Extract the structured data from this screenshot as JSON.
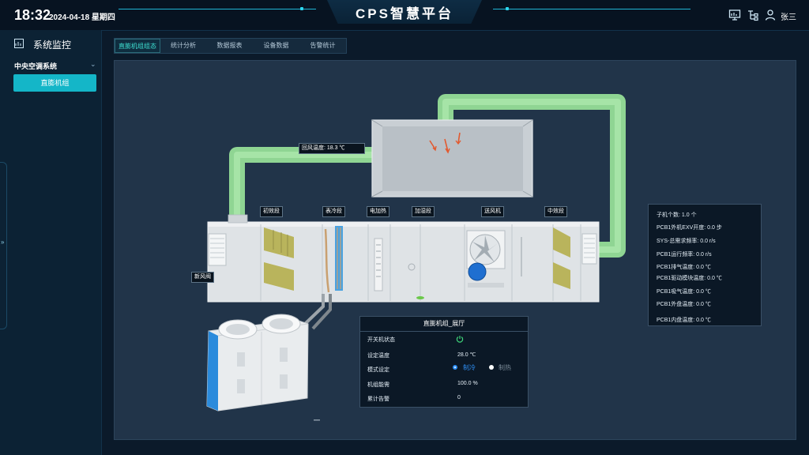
{
  "header": {
    "time": "18:32",
    "date": "2024-04-18 星期四",
    "title": "CPS智慧平台",
    "icons": [
      "monitor-chart-icon",
      "hierarchy-icon",
      "user-icon"
    ],
    "user_name": "张三"
  },
  "sidebar": {
    "title": "系统监控",
    "group": "中央空调系统",
    "selected_item": "直膨机组",
    "collapse_arrow": "»"
  },
  "tabs": [
    {
      "label": "直膨机组组态",
      "active": true
    },
    {
      "label": "统计分析",
      "active": false
    },
    {
      "label": "数据报表",
      "active": false
    },
    {
      "label": "设备数据",
      "active": false
    },
    {
      "label": "告警统计",
      "active": false
    }
  ],
  "diagram": {
    "return_air_temp": "回风温度:  18.3 ℃",
    "fresh_air_valve": "新风阀",
    "sections": [
      "初效段",
      "表冷段",
      "电加热",
      "加湿段",
      "送风机",
      "中效段"
    ]
  },
  "info_panel": {
    "rows": [
      "子机个数:   1.0 个",
      "PCB1外机EXV开度:   0.0 步",
      "SYS-总需求频率:   0.0 r/s",
      "PCB1运行频率:   0.0 r/s",
      "PCB1排气温度:   0.0 ℃",
      "PCB1驱动模块温度:   0.0 ℃",
      "PCB1吸气温度:   0.0 ℃",
      "PCB1外盘温度:   0.0 ℃",
      "PCB1内盘温度:   0.0 ℃"
    ]
  },
  "unit_card": {
    "title": "直膨机组_展厅",
    "power_label": "开关机状态",
    "set_temp_label": "设定温度",
    "set_temp_value": "28.0 ℃",
    "mode_label": "模式设定",
    "mode_cool": "制冷",
    "mode_heat": "制热",
    "mode_selected": "cool",
    "capacity_label": "机组能需",
    "capacity_value": "100.0 %",
    "alarm_label": "累计告警",
    "alarm_value": "0"
  },
  "colors": {
    "accent": "#14b6c8",
    "duct": "#9fe3a0",
    "radio_selected": "#2f8ff5"
  }
}
